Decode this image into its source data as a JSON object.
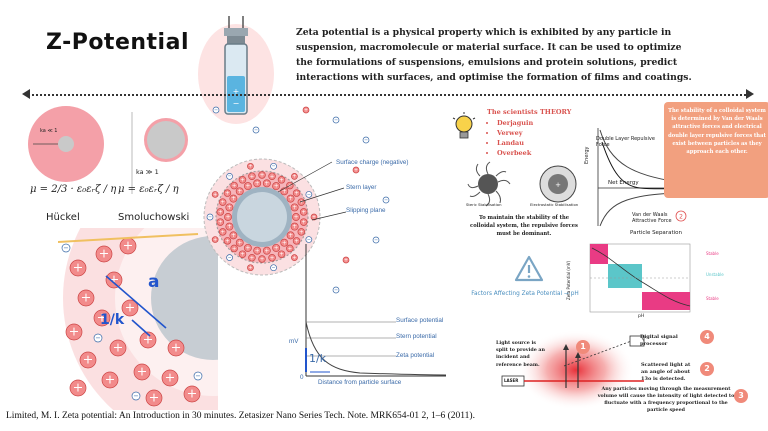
{
  "title": "Z-Potential",
  "intro": "Zeta potential is a physical property which is exhibited by any particle in suspension, macromolecule or material surface. It can be used to optimize the formulations of suspensions, emulsions and protein solutions, predict interactions with surfaces, and optimise the formation of films and coatings.",
  "models": {
    "huckel": {
      "label": "Hückel",
      "condition": "ka ≪ 1",
      "formula": "μ = 2/3 · ε₀εᵣζ / η"
    },
    "smoluchowski": {
      "label": "Smoluchowski",
      "condition": "ka ≫ 1",
      "formula": "μ = ε₀εᵣζ / η"
    }
  },
  "zoom": {
    "a_label": "a",
    "k_label": "1/k"
  },
  "particle": {
    "surface_charge": "Surface charge (negative)",
    "stern_layer": "Stern layer",
    "slipping_plane": "Slipping plane",
    "surface_potential": "Surface potential",
    "stern_potential": "Stern potential",
    "zeta_potential": "Zeta potential",
    "mv": "mV",
    "zero": "0",
    "x_axis": "Distance from particle surface",
    "k_label": "1/k"
  },
  "theory": {
    "title": "The scientists THEORY",
    "names": [
      "Derjaguin",
      "Verwey",
      "Landau",
      "Overbeek"
    ]
  },
  "stability": "The stability of a colloidal system is determined by Van der Waals attractive forces and electrical double layer repulsive forces that exist between particles as they approach each other.",
  "maintain": "To maintain the stability of the colloidal system, the repulsive forces must be dominant.",
  "stabilisation": {
    "steric": "Steric Stabilisation",
    "electrostatic": "Electrostatic Stabilisation"
  },
  "energy_chart": {
    "ylabel": "Energy",
    "xlabel": "Particle Separation",
    "repulsive": "Double Layer Repulsive Force",
    "net": "Net Energy",
    "attractive": "Van der Waals Attractive Force"
  },
  "factors": "Factors Affecting Zeta Potential → pH",
  "ph_chart": {
    "ylabel": "Zeta Potential (mV)",
    "xlabel": "pH",
    "zones": [
      "Stable",
      "Unstable",
      "Stable"
    ]
  },
  "dls": {
    "light_source": "Light source is split to provide an incident and reference beam.",
    "laser": "LASER",
    "dsp": "Digital signal processor",
    "scattered": "Scattered light at an angle of about 13o is detected.",
    "moving": "Any particles moving through the measurement volume will cause the intensity of light detected to fluctuate with a frequency proportional to the particle speed",
    "steps": [
      "1",
      "2",
      "3",
      "4"
    ]
  },
  "reference": "Limited, M. I. Zeta potential: An Introduction in 30 minutes. Zetasizer Nano Series Tech. Note. MRK654-01 2, 1–6 (2011).",
  "colors": {
    "accent": "#e8707a",
    "blue": "#3a6aa8",
    "salmon": "#f2a07f"
  }
}
